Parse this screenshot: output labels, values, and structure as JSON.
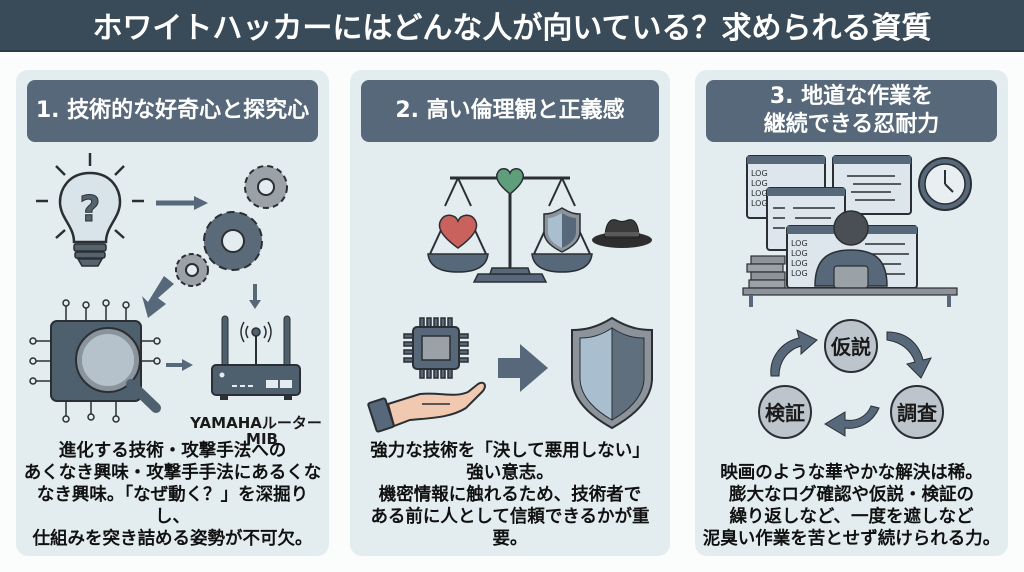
{
  "header": {
    "title": "ホワイトハッカーにはどんな人が向いている？求められる資質"
  },
  "panels": [
    {
      "title": "1. 技術的な好奇心と探究心",
      "illustration": {
        "icons": [
          "lightbulb-question-icon",
          "gears-icon",
          "chip-magnifier-icon",
          "router-icon"
        ],
        "router_label_line1": "YAMAHAルーター",
        "router_label_line2": "MIB"
      },
      "description": [
        "進化する技術・攻撃手法への",
        "あくなき興味・攻撃手手法にあるくな",
        "なき興味。「なぜ動く？」を深掘りし、",
        "仕組みを突き詰める姿勢が不可欠。"
      ]
    },
    {
      "title": "2. 高い倫理観と正義感",
      "illustration": {
        "icons": [
          "balance-scale-icon",
          "heart-icon",
          "shield-icon",
          "black-hat-icon",
          "hand-chip-icon",
          "arrow-right-icon"
        ]
      },
      "description": [
        "強力な技術を「決して悪用しない」",
        "強い意志。",
        "機密情報に触れるため、技術者で",
        "ある前に人として信頼できるかが重要。"
      ]
    },
    {
      "title_line1": "3. 地道な作業を",
      "title_line2": "継続できる忍耐力",
      "illustration": {
        "log_label": "LOG",
        "cycle": [
          "仮説",
          "調査",
          "検証"
        ]
      },
      "description": [
        "映画のような華やかな解決は稀。",
        "膨大なログ確認や仮説・検証の",
        "繰り返しなど、一度を遮しなど",
        "泥臭い作業を苦とせず続けられる力。"
      ]
    }
  ],
  "colors": {
    "header_bg": "#394b59",
    "panel_bg": "#e3edf0",
    "title_bg": "#56687a",
    "icon_dark": "#4e5f6e",
    "heart_red": "#c9625c",
    "heart_green": "#5f9e7a"
  }
}
